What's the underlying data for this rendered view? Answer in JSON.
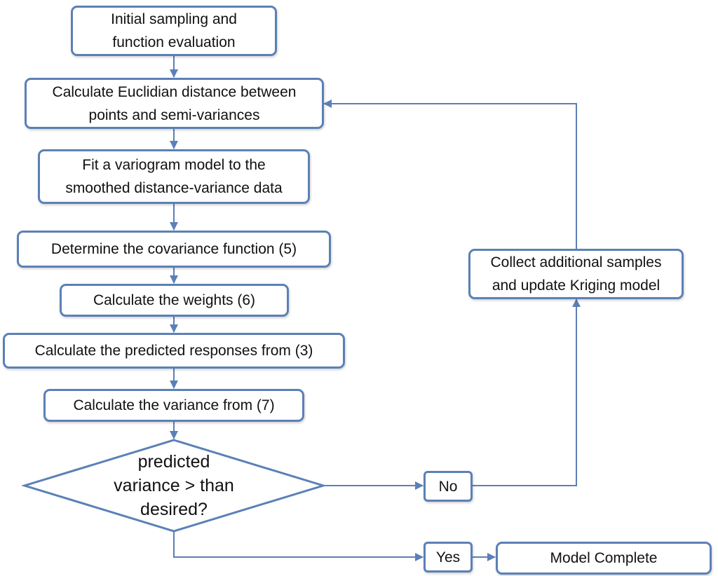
{
  "colors": {
    "stroke": "#5b80b7",
    "text": "#111111",
    "background": "#ffffff"
  },
  "steps": {
    "initial": {
      "line1": "Initial sampling and",
      "line2": "function evaluation"
    },
    "euclidian": {
      "line1": "Calculate Euclidian distance between",
      "line2": "points and semi-variances"
    },
    "variogram": {
      "line1": "Fit a variogram model to the",
      "line2": "smoothed distance-variance data"
    },
    "covariance": "Determine the covariance function (5)",
    "weights": "Calculate the weights (6)",
    "predicted": "Calculate the predicted responses from (3)",
    "variance": "Calculate the variance from (7)",
    "collect": {
      "line1": "Collect additional samples",
      "line2": "and update Kriging model"
    },
    "complete": "Model Complete"
  },
  "decision": {
    "line1": "predicted",
    "line2": "variance > than",
    "line3": "desired?"
  },
  "branches": {
    "no": "No",
    "yes": "Yes"
  }
}
